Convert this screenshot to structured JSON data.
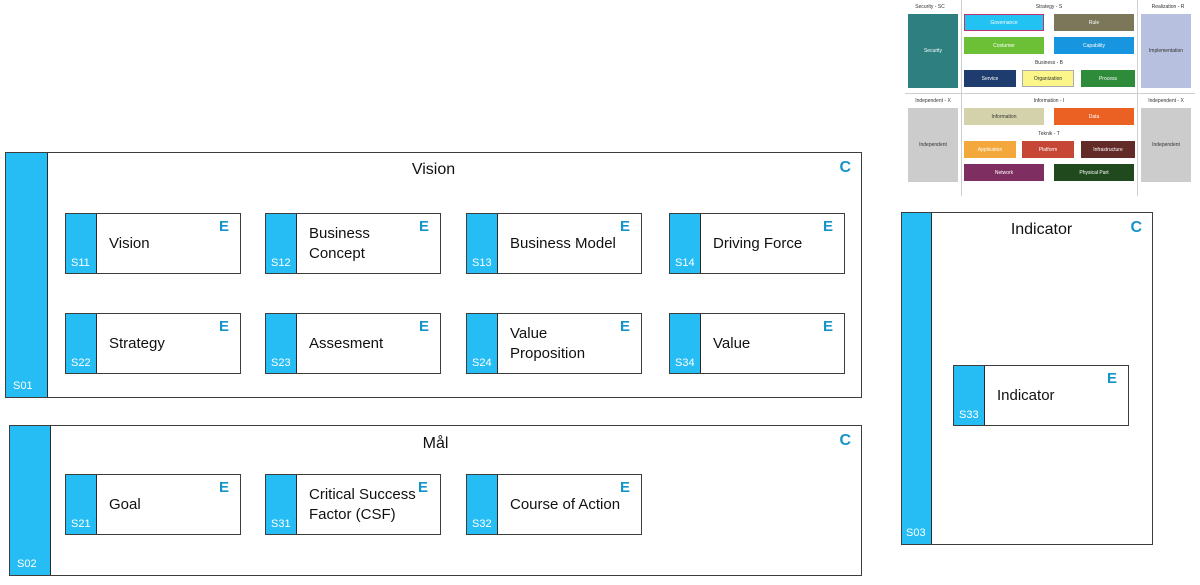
{
  "legend": {
    "headers": {
      "security": "Security - SC",
      "strategy": "Strategy - S",
      "realization": "Realization - R",
      "business": "Business - B",
      "independent_left": "Independent - X",
      "information": "Information - I",
      "independent_right": "Independent - X",
      "teknik": "Teknik - T"
    },
    "boxes": {
      "security": "Security",
      "governance": "Governance",
      "rule": "Rule",
      "costumer": "Costumer",
      "capability": "Capability",
      "implementation": "Implementation",
      "service": "Service",
      "organization": "Organization",
      "process": "Process",
      "independent_left": "Independent",
      "information": "Information",
      "data": "Data",
      "independent_right": "Independent",
      "application": "Application",
      "platform": "Platform",
      "infrastructure": "Infrastructure",
      "network": "Network",
      "physical_part": "Physical Part"
    },
    "colors": {
      "security": "#2e7f80",
      "governance": "#22c3f3",
      "rule": "#7b7758",
      "costumer": "#6cc036",
      "capability": "#1795df",
      "implementation": "#b7c0df",
      "service": "#1e3c6e",
      "organization": "#fbf58a",
      "process": "#2e8b3a",
      "independent": "#cccccc",
      "information": "#d3d2ab",
      "data": "#ea6123",
      "application": "#f4a73a",
      "platform": "#c74736",
      "infrastructure": "#632b28",
      "network": "#7e2e60",
      "physical_part": "#204a1e"
    }
  },
  "vision": {
    "title": "Vision",
    "letter": "C",
    "code": "S01",
    "elements": [
      {
        "code": "S11",
        "name": "Vision",
        "letter": "E"
      },
      {
        "code": "S12",
        "name": "Business\nConcept",
        "letter": "E"
      },
      {
        "code": "S13",
        "name": "Business Model",
        "letter": "E"
      },
      {
        "code": "S14",
        "name": "Driving Force",
        "letter": "E"
      },
      {
        "code": "S22",
        "name": "Strategy",
        "letter": "E"
      },
      {
        "code": "S23",
        "name": "Assesment",
        "letter": "E"
      },
      {
        "code": "S24",
        "name": "Value\nProposition",
        "letter": "E"
      },
      {
        "code": "S34",
        "name": "Value",
        "letter": "E"
      }
    ]
  },
  "mal": {
    "title": "Mål",
    "letter": "C",
    "code": "S02",
    "elements": [
      {
        "code": "S21",
        "name": "Goal",
        "letter": "E"
      },
      {
        "code": "S31",
        "name": "Critical Success\nFactor (CSF)",
        "letter": "E"
      },
      {
        "code": "S32",
        "name": "Course of Action",
        "letter": "E"
      }
    ]
  },
  "indicator": {
    "title": "Indicator",
    "letter": "C",
    "code": "S03",
    "elements": [
      {
        "code": "S33",
        "name": "Indicator",
        "letter": "E"
      }
    ]
  }
}
